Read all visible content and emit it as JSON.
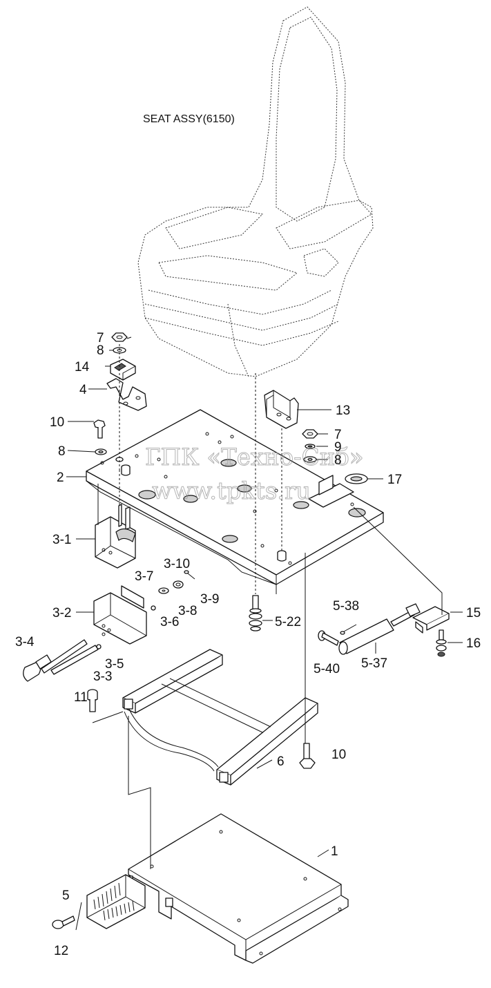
{
  "title": "SEAT ASSY(6150)",
  "watermark": {
    "line1": "ГПК «Техно-Сиб»",
    "line2": "www.tpkts.ru"
  },
  "callouts": {
    "c7a": "7",
    "c8a": "8",
    "c14": "14",
    "c4": "4",
    "c10a": "10",
    "c8b": "8",
    "c2": "2",
    "c13": "13",
    "c7b": "7",
    "c9": "9",
    "c8c": "8",
    "c17": "17",
    "c3_1": "3-1",
    "c3_10": "3-10",
    "c3_7": "3-7",
    "c3_9": "3-9",
    "c3_8": "3-8",
    "c3_2": "3-2",
    "c3_6": "3-6",
    "c3_4": "3-4",
    "c3_5": "3-5",
    "c3_3": "3-3",
    "c5_22": "5-22",
    "c5_38": "5-38",
    "c15": "15",
    "c16": "16",
    "c5_40": "5-40",
    "c5_37": "5-37",
    "c11": "11",
    "c6": "6",
    "c10b": "10",
    "c1": "1",
    "c5": "5",
    "c12": "12"
  }
}
